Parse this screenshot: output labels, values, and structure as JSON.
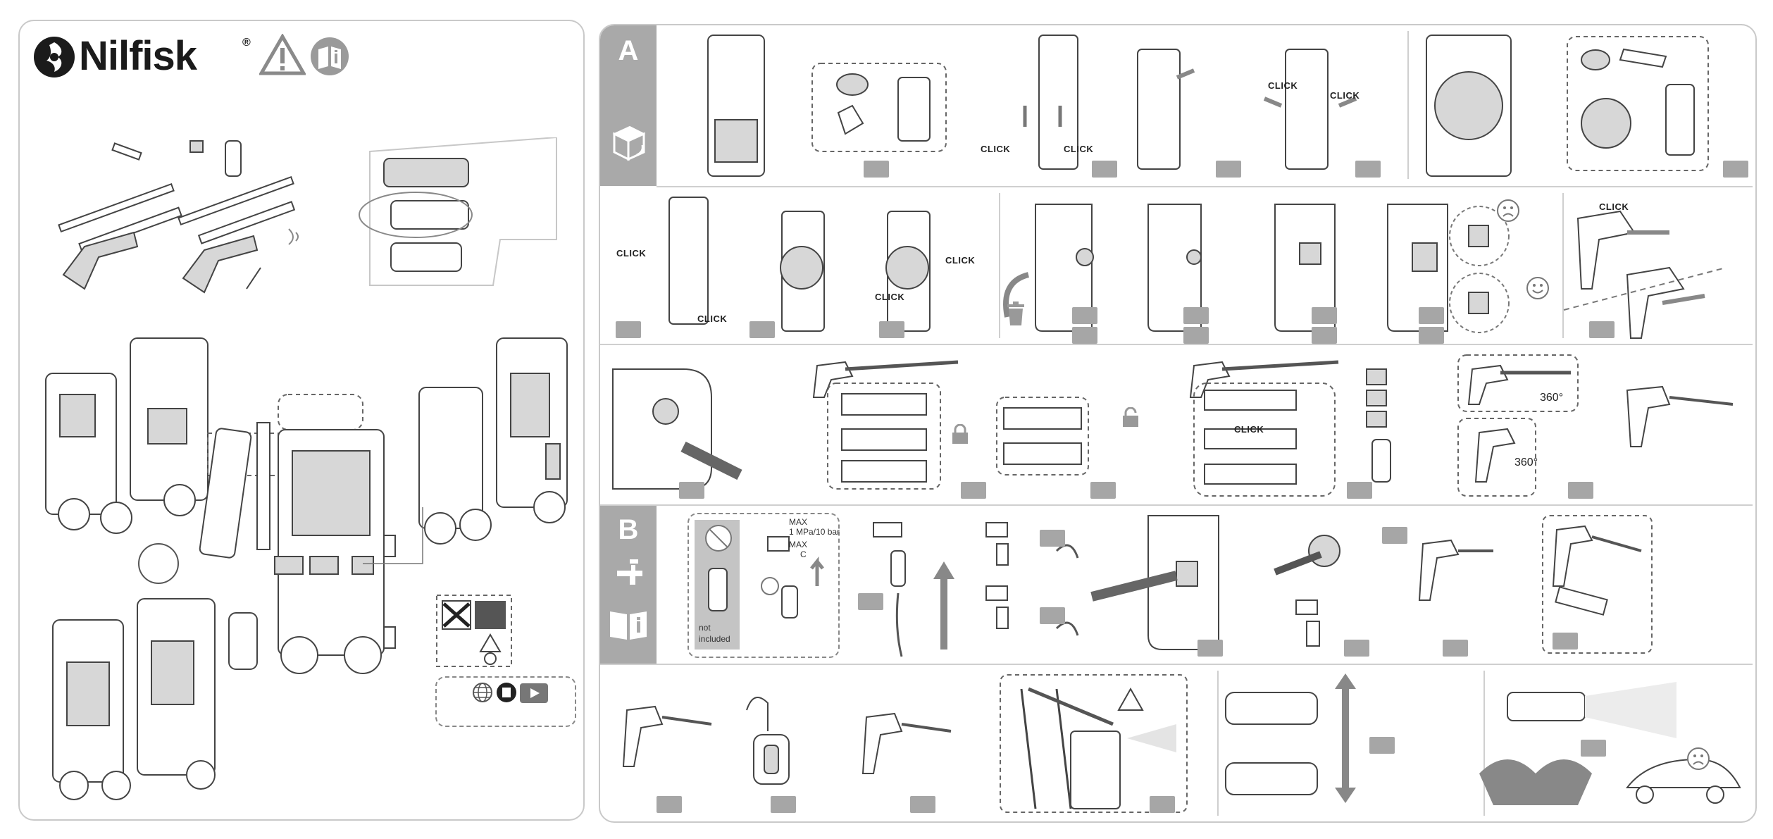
{
  "brand": {
    "name": "Nilfisk",
    "reg_mark": "®"
  },
  "steps": {
    "click_label": "CLICK",
    "rotation_label": "360°",
    "water_spec": {
      "line1": "MAX",
      "line2": "1 MPa/10 bar",
      "line3": "MAX",
      "line4": "C"
    },
    "not_included": {
      "line1": "not",
      "line2": "included"
    }
  },
  "sections": {
    "a": "A",
    "b": "B"
  },
  "icons": [
    "warning-triangle-icon",
    "manual-info-icon",
    "globe-icon",
    "book-icon",
    "video-icon",
    "box-unpack-icon",
    "tap-icon",
    "manual-icon",
    "trash-icon",
    "lock-icon",
    "unlock-icon",
    "sad-face-icon",
    "happy-face-icon"
  ],
  "colors": {
    "section_band": "#a9a9a9",
    "placeholder": "#a6a6a6",
    "border": "#c9c9c9",
    "ink": "#2b2b2b"
  }
}
